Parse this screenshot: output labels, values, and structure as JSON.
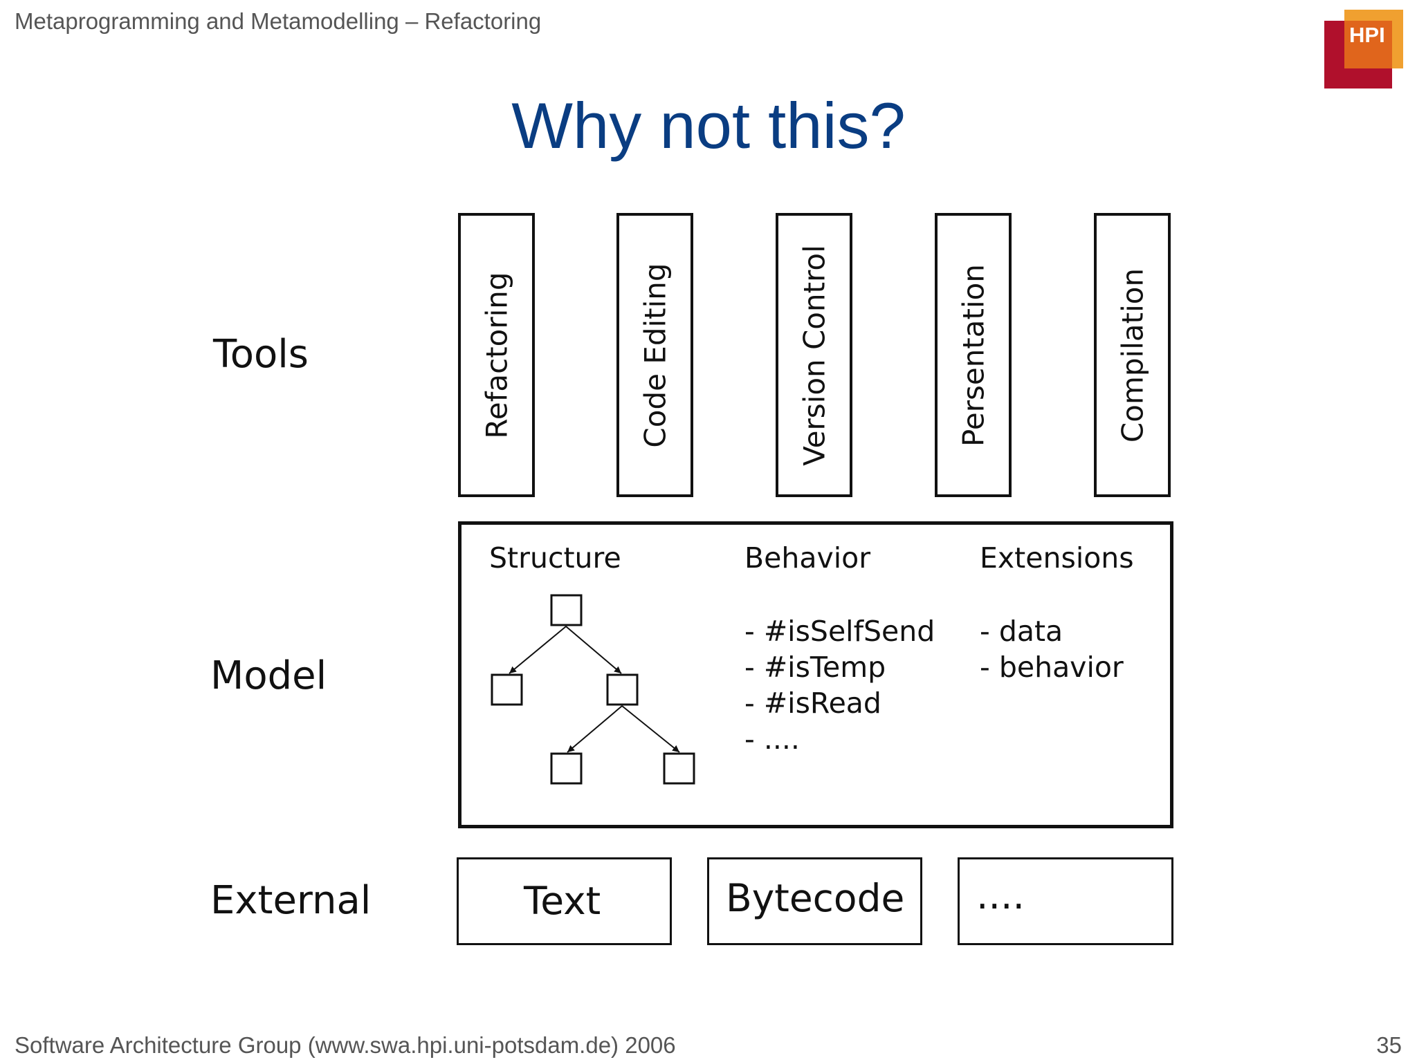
{
  "header": {
    "course": "Metaprogramming and Metamodelling – Refactoring"
  },
  "logo": {
    "text": "HPI",
    "colors": {
      "red": "#b0102c",
      "orange": "#e0651c",
      "light": "#f0a030"
    }
  },
  "slide": {
    "title": "Why not this?"
  },
  "rows": {
    "tools": "Tools",
    "model": "Model",
    "external": "External"
  },
  "tools": [
    "Refactoring",
    "Code Editing",
    "Version Control",
    "Persentation",
    "Compilation"
  ],
  "model": {
    "structure_label": "Structure",
    "behavior_label": "Behavior",
    "extensions_label": "Extensions",
    "behavior_items": [
      "- #isSelfSend",
      "- #isTemp",
      "- #isRead",
      "- ...."
    ],
    "extension_items": [
      "- data",
      "- behavior"
    ]
  },
  "external": [
    "Text",
    "Bytecode",
    "...."
  ],
  "footer": {
    "text": "Software Architecture Group (www.swa.hpi.uni-potsdam.de) 2006",
    "page": "35"
  },
  "colors": {
    "title": "#0a3d82",
    "header": "#555555"
  }
}
